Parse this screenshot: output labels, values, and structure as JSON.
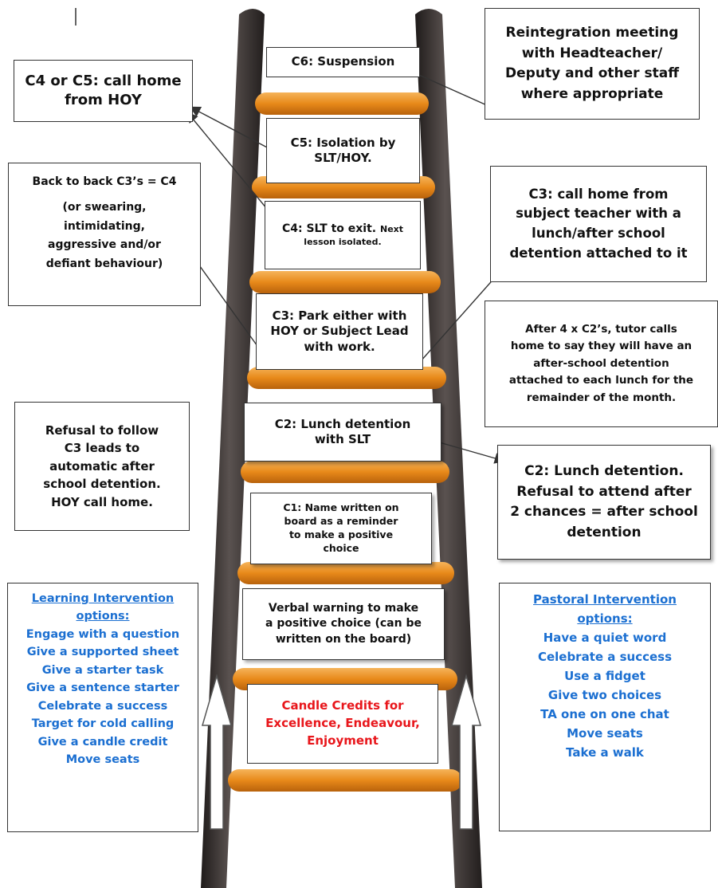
{
  "ladder": {
    "c6": "C6: Suspension",
    "c5": [
      "C5: Isolation by",
      "SLT/HOY."
    ],
    "c4_main": "C4: SLT to exit.",
    "c4_small_1": "Next",
    "c4_small_2": "lesson isolated.",
    "c3": [
      "C3: Park either with",
      "HOY or Subject Lead",
      "with work."
    ],
    "c2": [
      "C2: Lunch detention",
      "with SLT"
    ],
    "c1": [
      "C1: Name written on",
      "board as a reminder",
      "to make a positive",
      "choice"
    ],
    "verbal": [
      "Verbal warning to make",
      "a positive choice (can be",
      "written on the board)"
    ],
    "candle": [
      "Candle Credits for",
      "Excellence, Endeavour,",
      "Enjoyment"
    ]
  },
  "left": {
    "call_home_hoy": [
      "C4 or C5: call home",
      "from HOY"
    ],
    "back_to_back_title": "Back to back C3’s = C4",
    "back_to_back_body": [
      "(or swearing,",
      "intimidating,",
      "aggressive and/or",
      "defiant behaviour)"
    ],
    "refusal": [
      "Refusal to follow",
      "C3 leads to",
      "automatic after",
      "school detention.",
      "HOY call home."
    ],
    "learning_title": [
      "Learning Intervention",
      "options:"
    ],
    "learning_items": [
      "Engage with a question",
      "Give a supported sheet",
      "Give a starter task",
      "Give a sentence starter",
      "Celebrate a success",
      "Target for cold calling",
      "Give a candle credit",
      "Move seats"
    ]
  },
  "right": {
    "reintegration": [
      "Reintegration meeting",
      "with Headteacher/",
      "Deputy and other staff",
      "where appropriate"
    ],
    "c3_call": [
      "C3: call home from",
      "subject teacher with a",
      "lunch/after school",
      "detention attached to it"
    ],
    "after4": [
      "After 4 x C2’s, tutor calls",
      "home to say they will have an",
      "after-school detention",
      "attached to each lunch for the",
      "remainder of the month."
    ],
    "c2_lunch": [
      "C2: Lunch detention.",
      "Refusal to attend after",
      "2 chances = after school",
      "detention"
    ],
    "pastoral_title": [
      "Pastoral Intervention",
      "options:"
    ],
    "pastoral_items": [
      "Have a quiet word",
      "Celebrate a success",
      "Use a fidget",
      "Give two choices",
      "TA one on one chat",
      "Move seats",
      "Take a walk"
    ]
  },
  "colors": {
    "rail": "#3d3736",
    "rung": "#e8891a",
    "blue_text": "#1b6fd1",
    "red_text": "#e8161b"
  }
}
